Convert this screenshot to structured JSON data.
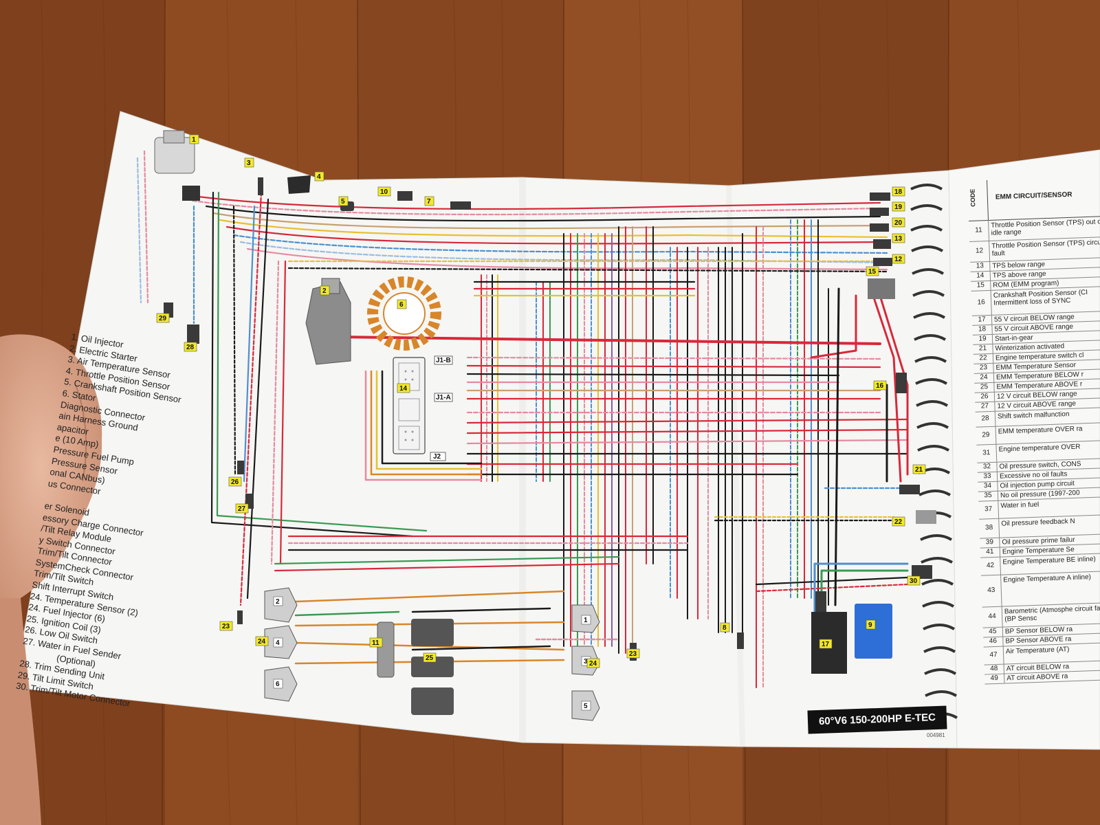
{
  "legend": [
    "1. Oil Injector",
    "2. Electric Starter",
    "3. Air Temperature Sensor",
    "4. Throttle Position Sensor",
    "5. Crankshaft Position Sensor",
    "6. Stator",
    "Diagnostic Connector",
    "ain Harness Ground",
    "apacitor",
    "e (10 Amp)",
    "Pressure Fuel Pump",
    "Pressure Sensor",
    "onal CANbus)",
    "us Connector",
    "",
    "er Solenoid",
    "essory Charge Connector",
    "/Tilt Relay Module",
    "y Switch Connector",
    "Trim/Tilt Connector",
    "SystemCheck Connector",
    "Trim/Tilt Switch",
    "Shift Interrupt Switch",
    "24. Temperature Sensor (2)",
    "24. Fuel Injector (6)",
    "25. Ignition Coil (3)",
    "26. Low Oil Switch",
    "27. Water in Fuel Sender",
    "(Optional)",
    "28. Trim Sending Unit",
    "29. Tilt Limit Switch",
    "30. Trim/Tilt Motor Connector"
  ],
  "component_labels": {
    "c1": "1",
    "c2": "2",
    "c3": "3",
    "c4": "4",
    "c5": "5",
    "c6": "6",
    "c7": "7",
    "c8": "8",
    "c9": "9",
    "c10": "10",
    "c11": "11",
    "c12": "12",
    "c13": "13",
    "c14": "14",
    "c15": "15",
    "c16": "16",
    "c17": "17",
    "c18": "18",
    "c19": "19",
    "c20": "20",
    "c21": "21",
    "c22": "22",
    "c23": "23",
    "c24": "24",
    "c25": "25",
    "c26": "26",
    "c27": "27",
    "c28": "28",
    "c29": "29",
    "c30": "30",
    "cyl1": "1",
    "cyl2": "2",
    "cyl3": "3",
    "cyl4": "4",
    "cyl5": "5",
    "cyl6": "6"
  },
  "ecu_labels": {
    "j1b": "J1-B",
    "j1a": "J1-A",
    "j2": "J2"
  },
  "title_badge": "60°V6  150-200HP  E-TEC",
  "doc_number": "004981",
  "code_table": {
    "header_code": "CODE",
    "header_desc": "EMM CIRCUIT/SENSOR",
    "rows": [
      {
        "code": "11",
        "desc": "Throttle Position Sensor (TPS) out of idle range"
      },
      {
        "code": "12",
        "desc": "Throttle Position Sensor (TPS) circuit fault"
      },
      {
        "code": "13",
        "desc": "TPS below range"
      },
      {
        "code": "14",
        "desc": "TPS above range"
      },
      {
        "code": "15",
        "desc": "ROM (EMM program)"
      },
      {
        "code": "16",
        "desc": "Crankshaft Position Sensor (CI Intermittent loss of SYNC"
      },
      {
        "code": "17",
        "desc": "55 V circuit BELOW range"
      },
      {
        "code": "18",
        "desc": "55 V circuit ABOVE range"
      },
      {
        "code": "19",
        "desc": "Start-in-gear"
      },
      {
        "code": "21",
        "desc": "Winterization activated"
      },
      {
        "code": "22",
        "desc": "Engine temperature switch cl"
      },
      {
        "code": "23",
        "desc": "EMM Temperature Sensor"
      },
      {
        "code": "24",
        "desc": "EMM Temperature BELOW r"
      },
      {
        "code": "25",
        "desc": "EMM Temperature ABOVE r"
      },
      {
        "code": "26",
        "desc": "12 V circuit BELOW range"
      },
      {
        "code": "27",
        "desc": "12 V circuit ABOVE range"
      },
      {
        "code": "28",
        "desc": "Shift switch malfunction"
      },
      {
        "code": "29",
        "desc": "EMM temperature OVER ra"
      },
      {
        "code": "31",
        "desc": "Engine temperature OVER"
      },
      {
        "code": "32",
        "desc": "Oil pressure switch, CONS"
      },
      {
        "code": "33",
        "desc": "Excessive no oil faults"
      },
      {
        "code": "34",
        "desc": "Oil injection pump circuit"
      },
      {
        "code": "35",
        "desc": "No oil pressure (1997-200"
      },
      {
        "code": "37",
        "desc": "Water in fuel"
      },
      {
        "code": "38",
        "desc": "Oil pressure feedback N"
      },
      {
        "code": "39",
        "desc": "Oil pressure prime failur"
      },
      {
        "code": "41",
        "desc": "Engine Temperature Se"
      },
      {
        "code": "42",
        "desc": "Engine Temperature BE inline)"
      },
      {
        "code": "43",
        "desc": "Engine Temperature A inline)"
      },
      {
        "code": "44",
        "desc": "Barometric (Atmosphe circuit fault (BP Sensc"
      },
      {
        "code": "45",
        "desc": "BP Sensor BELOW ra"
      },
      {
        "code": "46",
        "desc": "BP Sensor ABOVE ra"
      },
      {
        "code": "47",
        "desc": "Air Temperature (AT)"
      },
      {
        "code": "48",
        "desc": "AT circuit BELOW ra"
      },
      {
        "code": "49",
        "desc": "AT circuit ABOVE ra"
      }
    ]
  },
  "colors": {
    "wood": "#8a4a22",
    "paper": "#f6f6f4",
    "wire_red": "#d8283a",
    "wire_pink": "#e58aa0",
    "wire_black": "#1a1a1a",
    "wire_blue": "#4d8fd0",
    "wire_yellow": "#e8c030",
    "wire_green": "#3a9a52",
    "wire_orange": "#d8862a",
    "wire_purple": "#8a5ab0",
    "wire_tan": "#c8a070",
    "label_yellow": "#f2e82a",
    "module_blue": "#2d6fd6",
    "module_dark": "#2b2b2b"
  }
}
